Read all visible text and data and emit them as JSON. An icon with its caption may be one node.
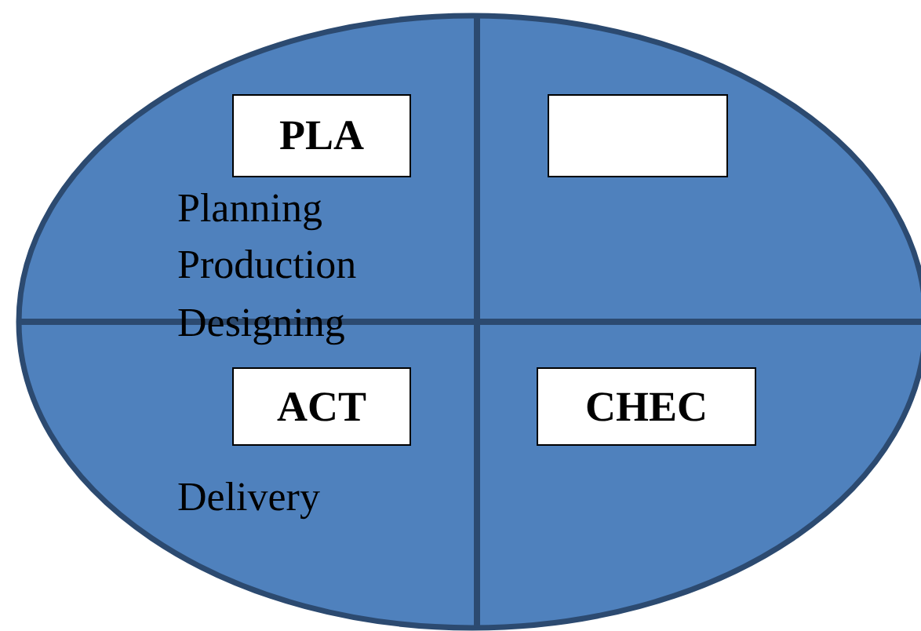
{
  "diagram": {
    "nodes": [
      {
        "text": [],
        "shape": "ellipse"
      },
      {
        "text": [
          "PLA"
        ],
        "in": 0
      },
      {
        "text": [],
        "shape": "box",
        "in": 0
      },
      {
        "text": [
          "ACT"
        ],
        "in": 0
      },
      {
        "text": [
          "CHEC"
        ],
        "in": 0
      }
    ],
    "edges": [],
    "labels": [
      "Planning",
      "Production",
      "Designing",
      "Delivery"
    ]
  }
}
